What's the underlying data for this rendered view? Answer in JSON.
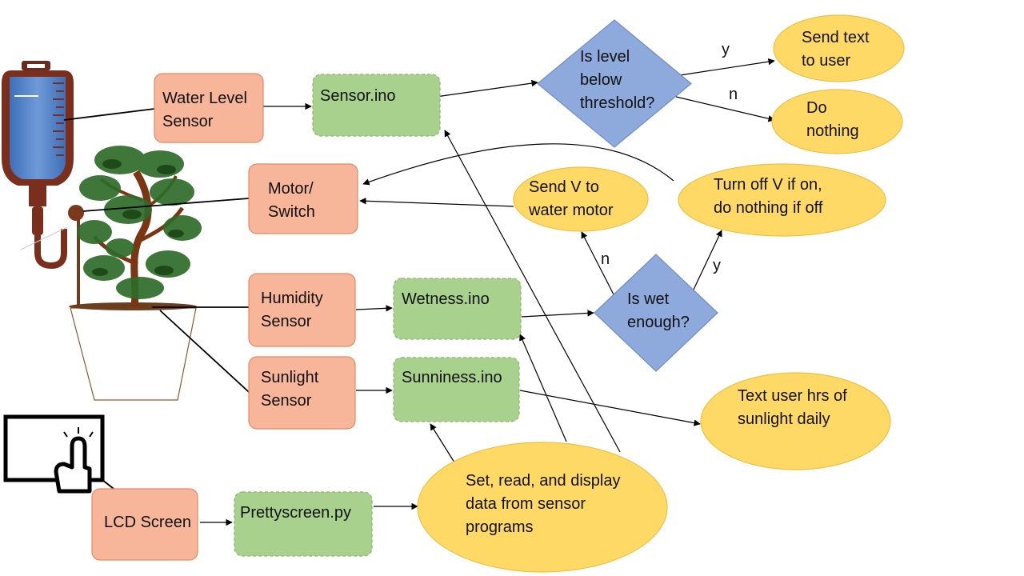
{
  "colors": {
    "device_fill": "#F7B59A",
    "device_stroke": "#E28A66",
    "program_fill": "#A9D18E",
    "program_stroke": "#8BB56E",
    "decision_fill": "#8EA9DB",
    "decision_stroke": "#6F8CC7",
    "action_fill": "#FFD966",
    "action_stroke": "#F0C040"
  },
  "icons": [
    "iv-water-bag-icon",
    "bonsai-tree-icon",
    "plant-pot-icon",
    "touch-screen-icon"
  ],
  "nodes": {
    "water_level_sensor": [
      "Water Level",
      "Sensor"
    ],
    "motor_switch": [
      "Motor/",
      "Switch"
    ],
    "humidity_sensor": [
      "Humidity",
      "Sensor"
    ],
    "sunlight_sensor": [
      "Sunlight",
      "Sensor"
    ],
    "lcd_screen": [
      "LCD Screen"
    ],
    "sensor_ino": [
      "Sensor.ino"
    ],
    "wetness_ino": [
      "Wetness.ino"
    ],
    "sunniness_ino": [
      "Sunniness.ino"
    ],
    "prettyscreen_py": [
      "Prettyscreen.py"
    ],
    "is_level_below": [
      "Is level",
      "below",
      "threshold?"
    ],
    "is_wet_enough": [
      "Is wet",
      "enough?"
    ],
    "send_text": [
      "Send text",
      "to user"
    ],
    "do_nothing": [
      "Do",
      "nothing"
    ],
    "send_v": [
      "Send V to",
      "water motor"
    ],
    "turn_off_v": [
      "Turn off V if on,",
      "do nothing if off"
    ],
    "text_sunlight": [
      "Text user hrs of",
      "sunlight daily"
    ],
    "set_read_display": [
      "Set, read, and display",
      "data from sensor",
      "programs"
    ]
  },
  "edge_labels": {
    "level_yes": "y",
    "level_no": "n",
    "wet_no": "n",
    "wet_yes": "y"
  }
}
